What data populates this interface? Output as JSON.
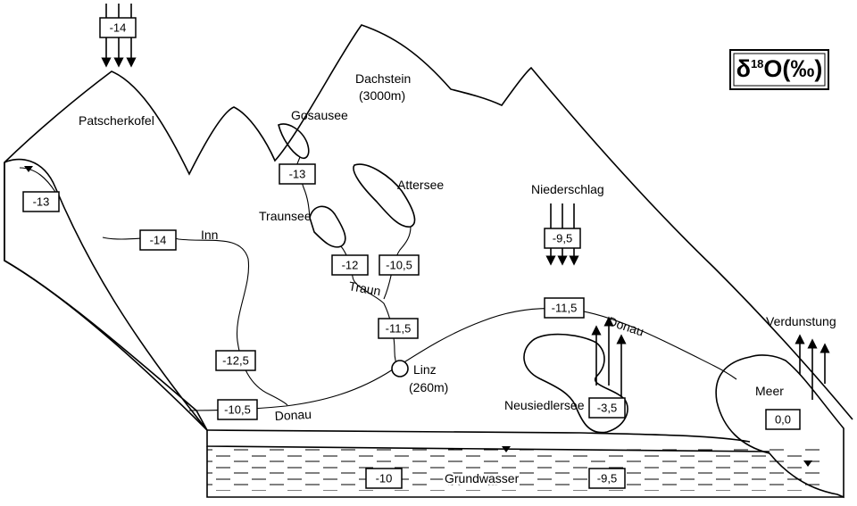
{
  "legend": {
    "delta": "δ",
    "superscript": "18",
    "rest": "O(‰)"
  },
  "places": {
    "patscherkofel": "Patscherkofel",
    "dachstein": "Dachstein",
    "dachstein_height": "(3000m)",
    "gosausee": "Gosausee",
    "attersee": "Attersee",
    "traunsee": "Traunsee",
    "inn": "Inn",
    "traun": "Traun",
    "linz": "Linz",
    "linz_height": "(260m)",
    "donau_west": "Donau",
    "donau_east": "Donau",
    "niederschlag": "Niederschlag",
    "verdunstung": "Verdunstung",
    "neusiedlersee": "Neusiedlersee",
    "meer": "Meer",
    "grundwasser": "Grundwasser"
  },
  "values": {
    "precip_top": "-14",
    "mountain_groundwater": "-13",
    "inn": "-14",
    "gosausee": "-13",
    "traun": "-12",
    "attersee": "-10,5",
    "niederschlag": "-9,5",
    "traun_lower": "-11,5",
    "inn_lower": "-12,5",
    "donau_west": "-10,5",
    "donau_east": "-11,5",
    "neusiedlersee": "-3,5",
    "meer": "0,0",
    "grundwasser_west": "-10",
    "grundwasser_east": "-9,5"
  }
}
